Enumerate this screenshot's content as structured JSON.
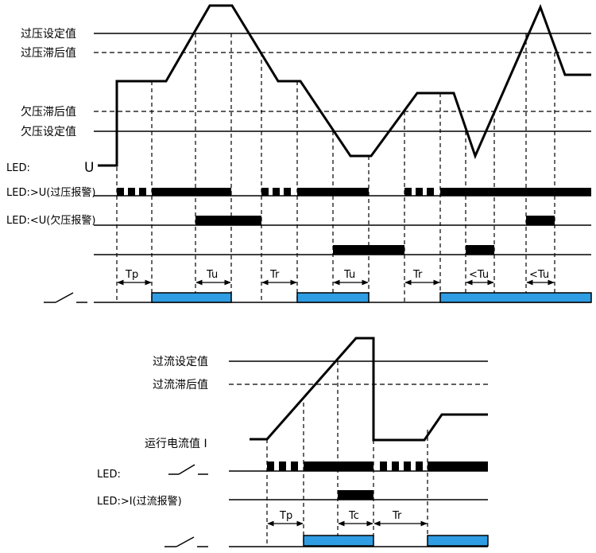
{
  "top": {
    "threshold_labels": {
      "ov_set": "过压设定值",
      "ov_hyst": "过压滞后值",
      "uv_hyst": "欠压滞后值",
      "uv_set": "欠压设定值"
    },
    "led_label": "LED:",
    "u_symbol": "U",
    "ov_led_label": "LED:>U(过压报警)",
    "uv_led_label": "LED:<U(欠压报警)",
    "timing_labels": [
      "Tp",
      "Tu",
      "Tr",
      "Tu",
      "Tr",
      "<Tu",
      "<Tu"
    ]
  },
  "bottom": {
    "threshold_labels": {
      "oc_set": "过流设定值",
      "oc_hyst": "过流滞后值",
      "current": "运行电流值 I"
    },
    "led_label": "LED:",
    "oc_led_label": "LED:>I(过流报警)",
    "timing_labels": [
      "Tp",
      "Tc",
      "Tr"
    ]
  },
  "colors": {
    "relay_on": "#2f9de4",
    "line": "#000000"
  },
  "icons": {
    "relay_contact": "relay-contact-icon"
  }
}
